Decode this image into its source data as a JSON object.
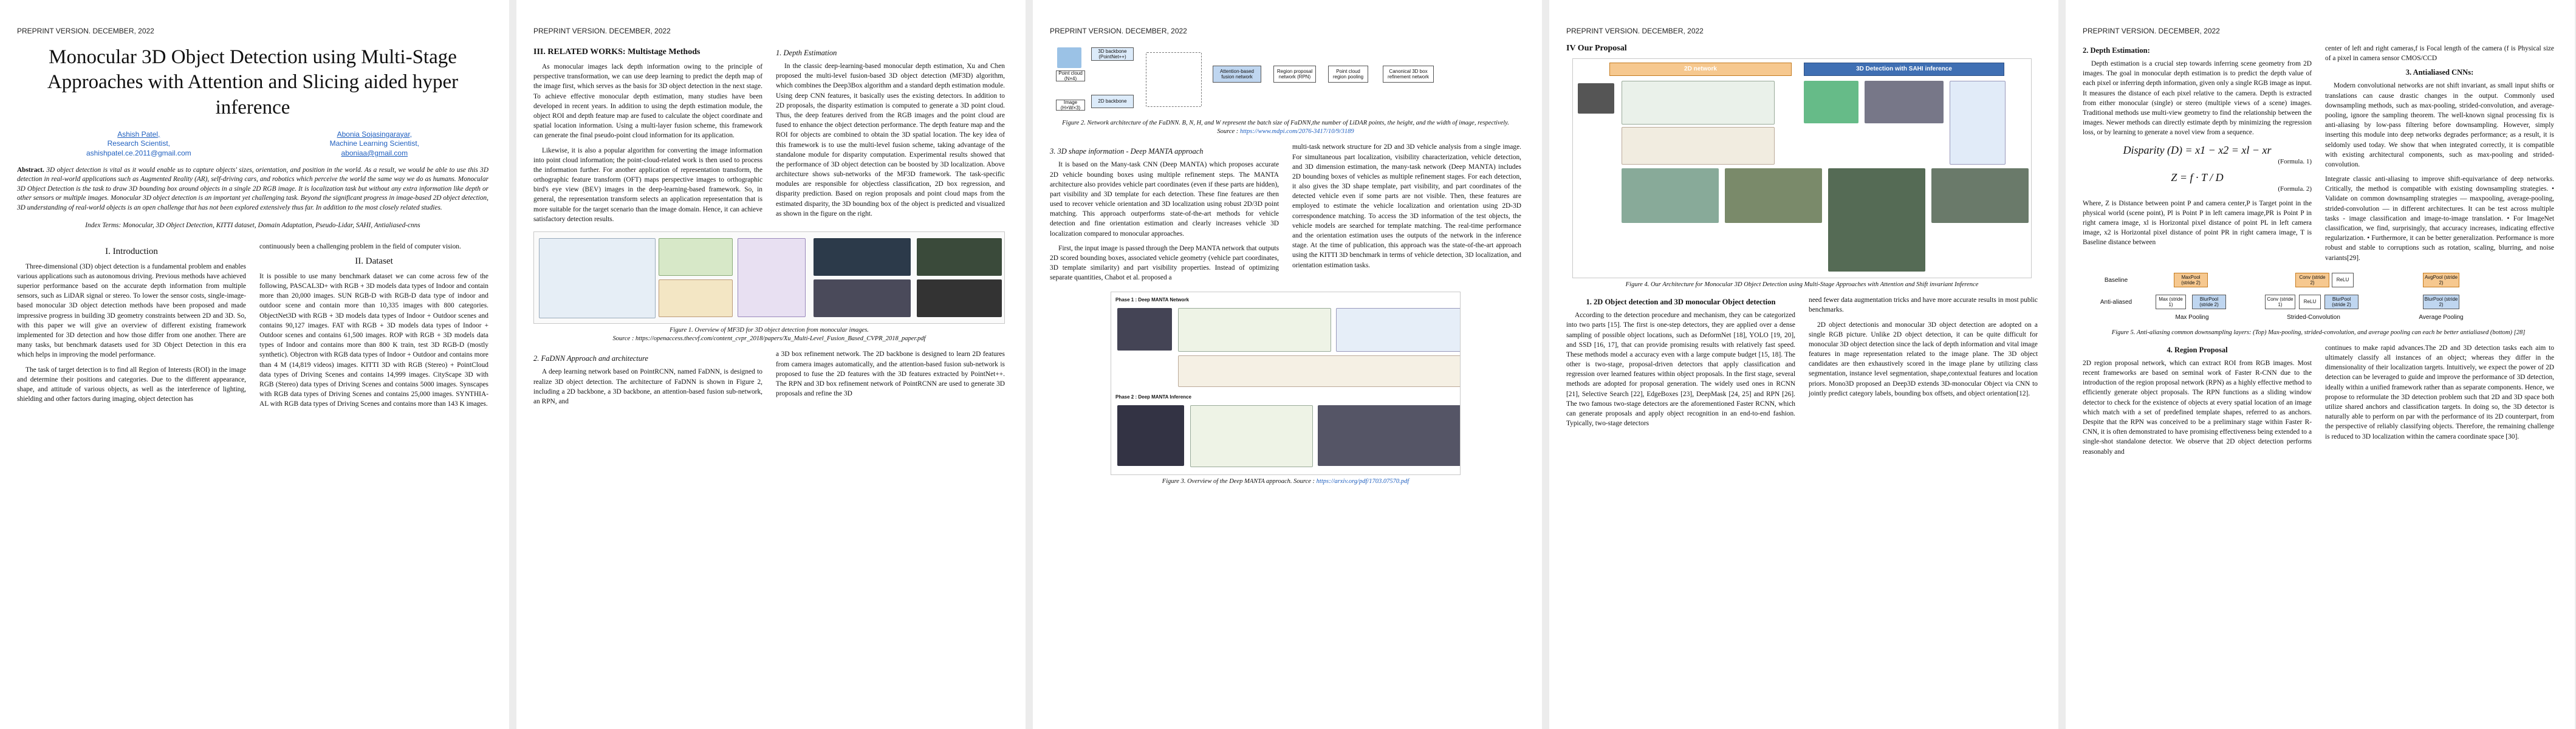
{
  "running_head": "PREPRINT VERSION. DECEMBER, 2022",
  "page1": {
    "title": "Monocular 3D Object Detection using Multi-Stage Approaches with Attention and Slicing aided hyper inference",
    "author1": {
      "name": "Ashish Patel,",
      "role": "Research Scientist,",
      "email": "ashishpatel.ce.2011@gmail.com"
    },
    "author2": {
      "name": "Abonia Sojasingarayar,",
      "role": "Machine Learning Scientist,",
      "email": "aboniaa@gmail.com"
    },
    "abstract_label": "Abstract.",
    "abstract": "3D object detection is vital as it would enable us to capture objects' sizes, orientation, and position in the world. As a result, we would be able to use this 3D detection in real-world applications such as Augmented Reality (AR), self-driving cars, and robotics which perceive the world the same way we do as humans. Monocular 3D Object Detection is the task to draw 3D bounding box around objects in a single 2D RGB image. It is localization task but without any extra information like depth or other sensors or multiple images. Monocular 3D object detection is an important yet challenging task. Beyond the significant progress in image-based 2D object detection, 3D understanding of real-world objects is an open challenge that has not been explored extensively thus far. In addition to the most closely related studies.",
    "keywords": "Index Terms: Monocular, 3D Object Detection, KITTI dataset, Domain Adaptation, Pseudo-Lidar, SAHI, Antialiased-cnns",
    "intro_heading": "I. Introduction",
    "intro_p1": "Three-dimensional (3D) object detection is a fundamental problem and enables various applications such as autonomous driving. Previous methods have achieved superior performance based on the accurate depth information from multiple sensors, such as LiDAR signal or stereo. To lower the sensor costs, single-image-based monocular 3D object detection methods have been proposed and made impressive progress in building 3D geometry constraints between 2D and 3D. So, with this paper we will give an overview of different existing framework implemented for 3D detection and how those differ from one another. There are many tasks, but benchmark datasets used for 3D Object Detection in this era which helps in improving the model performance.",
    "intro_p2": "The task of target detection is to find all Region of Interests (ROI) in the image and determine their positions and categories. Due to the different appearance, shape, and attitude of various objects, as well as the interference of lighting, shielding and other factors during imaging, object detection has",
    "col2_p1": "continuously been a challenging problem in the field of computer vision.",
    "dataset_heading": "II. Dataset",
    "dataset_p": "It is possible to use many benchmark dataset we can come across few of the following, PASCAL3D+ with RGB + 3D models data types of Indoor and contain more than 20,000 images. SUN RGB-D with RGB-D data type of indoor and outdoor scene and contain more than 10,335 images with 800 categories. ObjectNet3D with RGB + 3D models data types of Indoor + Outdoor scenes and contains 90,127 images. FAT with RGB + 3D models data types of Indoor + Outdoor scenes and contains 61,500 images. ROP with RGB + 3D models data types of Indoor and contains more than 800 K train, test 3D RGB-D (mostly synthetic). Objectron with RGB data types of Indoor + Outdoor and contains more than 4 M (14,819 videos) images. KITTI 3D with RGB (Stereo) + PointCloud data types of Driving Scenes and contains 14,999 images. CityScape 3D with RGB (Stereo) data types of Driving Scenes and contains 5000 images. Synscapes with RGB data types of Driving Scenes and contains 25,000 images. SYNTHIA-AL with RGB data types of Driving Scenes and contains more than 143 K images."
  },
  "page2": {
    "heading": "III. RELATED WORKS: Multistage Methods",
    "col1_p1": "As monocular images lack depth information owing to the principle of perspective transformation, we can use deep learning to predict the depth map of the image first, which serves as the basis for 3D object detection in the next stage. To achieve effective monocular depth estimation, many studies have been developed in recent years. In addition to using the depth estimation module, the object ROI and depth feature map are fused to calculate the object coordinate and spatial location information. Using a multi-layer fusion scheme, this framework can generate the final pseudo-point cloud information for its application.",
    "col1_p2": "Likewise, it is also a popular algorithm for converting the image information into point cloud information; the point-cloud-related work is then used to process the information further. For another application of representation transform, the orthographic feature transform (OFT) maps perspective images to orthographic bird's eye view (BEV) images in the deep-learning-based framework. So, in general, the representation transform selects an application representation that is more suitable for the target scenario than the image domain. Hence, it can achieve satisfactory detection results.",
    "sub1": "1.   Depth Estimation",
    "col2_p1": "In the classic deep-learning-based monocular depth estimation, Xu and Chen proposed the multi-level fusion-based 3D object detection (MF3D) algorithm, which combines the Deep3Box algorithm and a standard depth estimation module. Using deep CNN features, it basically uses the existing detectors. In addition to 2D proposals, the disparity estimation is computed to generate a 3D point cloud. Thus, the deep features derived from the RGB images and the point cloud are fused to enhance the object detection performance. The depth feature map and the ROI for objects are combined to obtain the 3D spatial location. The key idea of this framework is to use the multi-level fusion scheme, taking advantage of the standalone module for disparity computation. Experimental results showed that the performance of 3D object detection can be boosted by 3D localization. Above architecture shows sub-networks of the MF3D framework. The task-specific modules are responsible for objectless classification, 2D box regression, and disparity prediction. Based on region proposals and point cloud maps from the estimated disparity, the 3D bounding box of the object is predicted and visualized as shown in the figure on the right.",
    "fig1_caption": "Figure 1. Overview of MF3D for 3D object detection from monocular images.",
    "fig1_source": "Source : https://openaccess.thecvf.com/content_cvpr_2018/papers/Xu_Multi-Level_Fusion_Based_CVPR_2018_paper.pdf",
    "sub2": "2.   FaDNN Approach and architecture",
    "col1_p3": "A deep learning network based on PointRCNN, named FaDNN, is designed to realize 3D object detection. The architecture of FaDNN is shown in Figure 2, including a 2D backbone, a 3D backbone, an attention-based fusion sub-network, an RPN, and",
    "col2_p2": "a 3D box refinement network. The 2D backbone is designed to learn 2D features from camera images automatically, and the attention-based fusion sub-network is proposed to fuse the 2D features with the 3D features extracted by PointNet++. The RPN and 3D box refinement network of PointRCNN are used to generate 3D proposals and refine the 3D"
  },
  "page3": {
    "fig2_labels": [
      "3D backbone (PointNet++)",
      "Point cloud (N×4)",
      "Attention-based fusion network",
      "Region proposal network (RPN)",
      "Point cloud region pooling",
      "Canonical 3D box refinement network",
      "2D backbone",
      "Image (H×W×3)"
    ],
    "fig2_caption": "Figure 2. Network architecture of the FaDNN. B, N, H, and W represent the batch size of FaDNN,the number of LiDAR points, the height, and the width of image, respectively. Source :",
    "fig2_source": "https://www.mdpi.com/2076-3417/10/9/3189",
    "sub3": "3.   3D shape information - Deep MANTA approach",
    "col1_p1": "It is based on the Many-task CNN (Deep MANTA) which proposes accurate 2D vehicle bounding boxes using multiple refinement steps. The MANTA architecture also provides vehicle part coordinates (even if these parts are hidden), part visibility and 3D template for each detection. These fine features are then used to recover vehicle orientation and 3D localization using robust 2D/3D point matching. This approach outperforms state-of-the-art methods for vehicle detection and fine orientation estimation and clearly increases vehicle 3D localization compared to monocular approaches.",
    "col1_p2": "First, the input image is passed through the Deep MANTA network that outputs 2D scored bounding boxes, associated vehicle geometry (vehicle part coordinates, 3D template similarity) and part visibility properties. Instead of optimizing separate quantities, Chabot et al. proposed a",
    "col2_p1": "multi-task network structure for 2D and 3D vehicle analysis from a single image. For simultaneous part localization, visibility characterization, vehicle detection, and 3D dimension estimation, the many-task network (Deep MANTA) includes 2D bounding boxes of vehicles as multiple refinement stages. For each detection, it also gives the 3D shape template, part visibility, and part coordinates of the detected vehicle even if some parts are not visible. Then, these features are employed to estimate the vehicle localization and orientation using 2D-3D correspondence matching. To access the 3D information of the test objects, the vehicle models are searched for template matching. The real-time performance and the orientation estimation uses the outputs of the network in the inference stage. At the time of publication, this approach was the state-of-the-art approach using the KITTI 3D benchmark in terms of vehicle detection, 3D localization, and orientation estimation tasks.",
    "fig3_phase1": "Phase 1 : Deep MANTA Network",
    "fig3_phase2": "Phase 2 : Deep MANTA Inference",
    "fig3_caption": "Figure 3. Overview of the Deep MANTA approach. Source :",
    "fig3_source": "https://arxiv.org/pdf/1703.07570.pdf"
  },
  "page4": {
    "heading": "IV Our Proposal",
    "net_2d": "2D network",
    "net_3d": "3D Detection with SAHI inference",
    "fig4_caption": "Figure 4. Our Architecture for Monocular 3D Object Detection using Multi-Stage Approaches with Attention and Shift invariant Inference",
    "sub1": "1.   2D Object detection and 3D monocular Object detection",
    "col1_p1": "According to the detection procedure and mechanism, they can be categorized into two parts [15]. The first is one-step detectors, they are applied over a dense sampling of possible object locations, such as DeformNet [18], YOLO [19, 20], and SSD [16, 17], that can provide promising results with relatively fast speed. These methods model a accuracy even with a large compute budget [15, 18]. The other is two-stage, proposal-driven detectors that apply classification and regression over learned features within object proposals. In the first stage, several methods are adopted for proposal generation. The widely used ones in RCNN [21], Selective Search [22], EdgeBoxes [23], DeepMask [24, 25] and RPN [26]. The two famous two-stage detectors are the aforementioned Faster RCNN, which can generate proposals and apply object recognition in an end-to-end fashion. Typically, two-stage detectors",
    "col2_p1": "need fewer data augmentation tricks and have more accurate results in most public benchmarks.",
    "col2_p2": "2D object detectionis and monocular 3D object detection are adopted on a single RGB picture. Unlike 2D object detection, it can be quite difficult for monocular 3D object detection since the lack of depth information and vital image features in mage representation related to the image plane. The 3D object candidates are then exhaustively scored in the image plane by utilizing class segmentation, instance level segmentation, shape,contextual features and location priors. Mono3D proposed an Deep3D extends 3D-monocular Object via CNN to jointly predict category labels, bounding box offsets, and object orientation[12]."
  },
  "page5": {
    "sub2": "2.   Depth Estimation:",
    "col1_p1": "Depth estimation is a crucial step towards inferring scene geometry from 2D images. The goal in monocular depth estimation is to predict the depth value of each pixel or inferring depth information, given only a single RGB image as input. It measures the distance of each pixel relative to the camera. Depth is extracted from either monocular (single) or stereo (multiple views of a scene) images. Traditional methods use multi-view geometry to find the relationship between the images. Newer methods can directly estimate depth by minimizing the regression loss, or by learning to generate a novel view from a sequence.",
    "eq1": "Disparity (D) = x1 − x2 = xl − xr",
    "eq1_num": "(Formula. 1)",
    "eq2": "Z = f · T / D",
    "eq2_num": "(Formula. 2)",
    "col1_p2": "Where, Z is Distance between point P and camera center,P is Target point in the physical world (scene point), Pl is Point P in left camera image,PR is Point P in right camera image, xl is Horizontal pixel distance of point PL in left camera image, x2 is Horizontal pixel distance of point PR in right camera image, T is Baseline distance between",
    "col2_p1": "center of left and right cameras,f is Focal length of the camera (f is Physical size of a pixel in camera sensor CMOS/CCD",
    "sub3": "3.   Antialiased CNNs:",
    "col2_p2": "Modern convolutional networks are not shift invariant, as small input shifts or translations can cause drastic changes in the output. Commonly used downsampling methods, such as max-pooling, strided-convolution, and average-pooling, ignore the sampling theorem. The well-known signal processing fix is anti-aliasing by low-pass filtering before downsampling. However, simply inserting this module into deep networks degrades performance; as a result, it is seldomly used today. We show that when integrated correctly, it is compatible with existing architectural components, such as max-pooling and strided-convolution.",
    "col2_p3": "Integrate classic anti-aliasing to improve shift-equivariance of deep networks. Critically, the method is compatible with existing downsampling strategies. • Validate on common downsampling strategies — maxpooling, average-pooling, strided-convolution — in different architectures. It can be test across multiple tasks - image classification and image-to-image translation. • For ImageNet classification, we find, surprisingly, that accuracy increases, indicating effective regularization. • Furthermore, it can be better generalization. Performance is more robust and stable to corruptions such as rotation, scaling, blurring, and noise variants[29].",
    "fig5_rows": [
      "Baseline",
      "Anti-aliased"
    ],
    "fig5_cols": [
      "Max Pooling",
      "Strided-Convolution",
      "Average Pooling"
    ],
    "fig5_boxes": {
      "maxpool": "MaxPool (stride 2)",
      "max": "Max (stride 1)",
      "blurpool": "BlurPool (stride 2)",
      "conv": "Conv (stride 2)",
      "conv1": "Conv (stride 1)",
      "relu": "ReLU",
      "avgpool": "AvgPool (stride 2)"
    },
    "fig5_caption": "Figure 5. Anti-aliasing common downsampling layers: (Top) Max-pooling, strided-convolution, and average pooling can each be better antialiased (bottom) [28]",
    "sub4": "4.   Region Proposal",
    "col1_p3": "2D region proposal network, which can extract ROI from RGB images. Most recent frameworks are based on seminal work of Faster R-CNN due to the introduction of the region proposal network (RPN) as a highly effective method to efficiently generate object proposals. The RPN functions as a sliding window detector to check for the existence of objects at every spatial location of an image which match with a set of predefined template shapes, referred to as anchors. Despite that the RPN was conceived to be a preliminary stage within Faster R-CNN, it is often demonstrated to have promising effectiveness being extended to a single-shot standalone detector. We observe that 2D object detection performs reasonably and",
    "col2_p4": "continues to make rapid advances.The 2D and 3D detection tasks each aim to ultimately classify all instances of an object; whereas they differ in the dimensionality of their localization targets. Intuitively, we expect the power of 2D detection can be leveraged to guide and improve the performance of 3D detection, ideally within a unified framework rather than as separate components. Hence, we propose to reformulate the 3D detection problem such that 2D and 3D space both utilize shared anchors and classification targets. In doing so, the 3D detector is naturally able to perform on par with the performance of its 2D counterpart, from the perspective of reliably classifying objects. Therefore, the remaining challenge is reduced to 3D localization within the camera coordinate space [30]."
  }
}
